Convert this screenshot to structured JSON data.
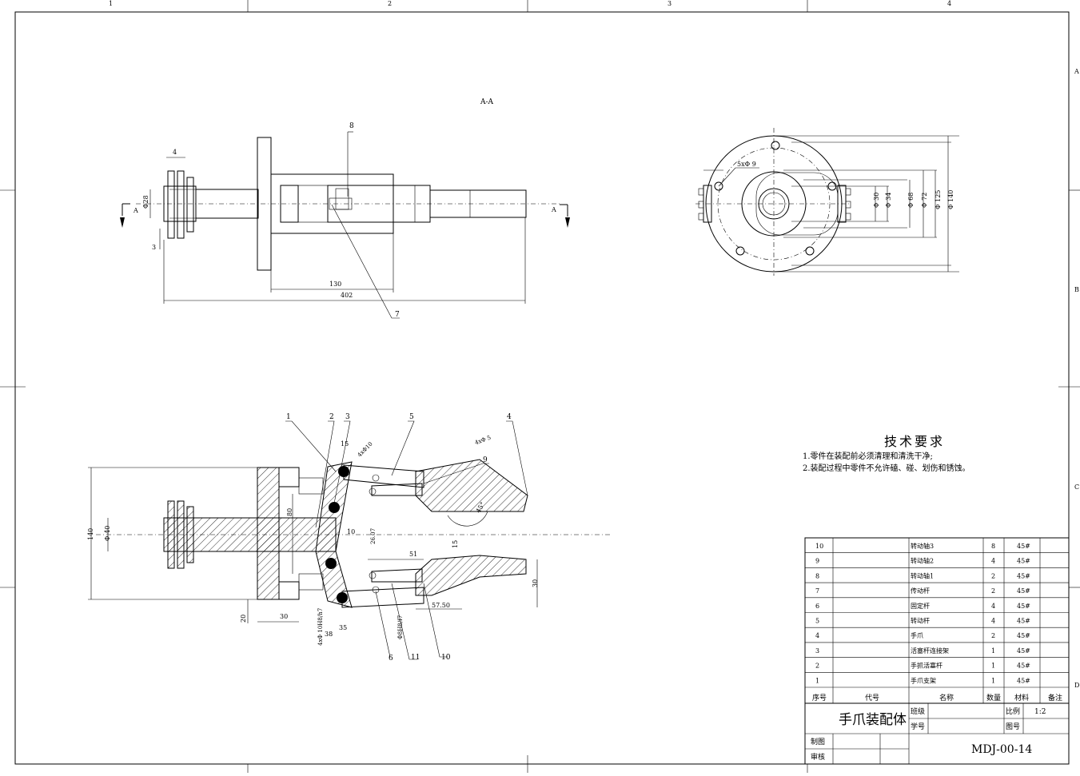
{
  "border": {
    "zones_top": [
      "1",
      "2",
      "3",
      "4"
    ],
    "zones_right": [
      "A",
      "B",
      "C",
      "D"
    ]
  },
  "views": {
    "section_label": "A-A",
    "cut_marker": "A"
  },
  "top_view_dims": {
    "d4": "4",
    "d28": "Φ28",
    "d3": "3",
    "d130": "130",
    "d402": "402",
    "callout_8": "8",
    "callout_7": "7"
  },
  "side_view_dims": {
    "bolt": "5xΦ 9",
    "d30": "Φ 30",
    "d34": "Φ 34",
    "d68": "Φ 68",
    "d72": "Φ 72",
    "d125": "Φ 125",
    "d140": "Φ 140"
  },
  "section_dims": {
    "c1": "1",
    "c2": "2",
    "c3": "3",
    "c4": "4",
    "c5": "5",
    "c9": "9",
    "c10": "10",
    "c11": "11",
    "c6": "6",
    "d140": "140",
    "d40": "Φ 40",
    "d20": "20",
    "d30": "30",
    "d80": "80",
    "d10": "10",
    "d15": "15",
    "d26": "26.07",
    "d51": "51",
    "d57": "57.50",
    "d30b": "30",
    "d35": "35",
    "d38": "38",
    "holes1": "4xΦ10",
    "holes2": "4xΦ 5",
    "holes3": "4xΦ 10H8/h7",
    "hole4": "Φ8H8/f7",
    "angle": "45°"
  },
  "tech": {
    "title": "技术要求",
    "line1": "1.零件在装配前必须清理和清洗干净;",
    "line2": "2.装配过程中零件不允许磕、碰、划伤和锈蚀。"
  },
  "bom": {
    "rows": [
      {
        "no": "10",
        "code": "",
        "name": "转动轴3",
        "qty": "8",
        "mat": "45#",
        "note": ""
      },
      {
        "no": "9",
        "code": "",
        "name": "转动轴2",
        "qty": "4",
        "mat": "45#",
        "note": ""
      },
      {
        "no": "8",
        "code": "",
        "name": "转动轴1",
        "qty": "2",
        "mat": "45#",
        "note": ""
      },
      {
        "no": "7",
        "code": "",
        "name": "传动杆",
        "qty": "2",
        "mat": "45#",
        "note": ""
      },
      {
        "no": "6",
        "code": "",
        "name": "固定杆",
        "qty": "4",
        "mat": "45#",
        "note": ""
      },
      {
        "no": "5",
        "code": "",
        "name": "转动杆",
        "qty": "4",
        "mat": "45#",
        "note": ""
      },
      {
        "no": "4",
        "code": "",
        "name": "手爪",
        "qty": "2",
        "mat": "45#",
        "note": ""
      },
      {
        "no": "3",
        "code": "",
        "name": "活塞杆连接架",
        "qty": "1",
        "mat": "45#",
        "note": ""
      },
      {
        "no": "2",
        "code": "",
        "name": "手抓活塞杆",
        "qty": "1",
        "mat": "45#",
        "note": ""
      },
      {
        "no": "1",
        "code": "",
        "name": "手爪支架",
        "qty": "1",
        "mat": "45#",
        "note": ""
      }
    ],
    "header": {
      "no": "序号",
      "code": "代号",
      "name": "名称",
      "qty": "数量",
      "mat": "材料",
      "note": "备注"
    }
  },
  "title_block": {
    "assembly_name": "手爪装配体",
    "class_label": "班级",
    "id_label": "学号",
    "ratio_label": "比例",
    "ratio_value": "1:2",
    "drawing_no_label": "图号",
    "drawn_label": "制图",
    "review_label": "审核",
    "drawing_no": "MDJ-00-14"
  }
}
